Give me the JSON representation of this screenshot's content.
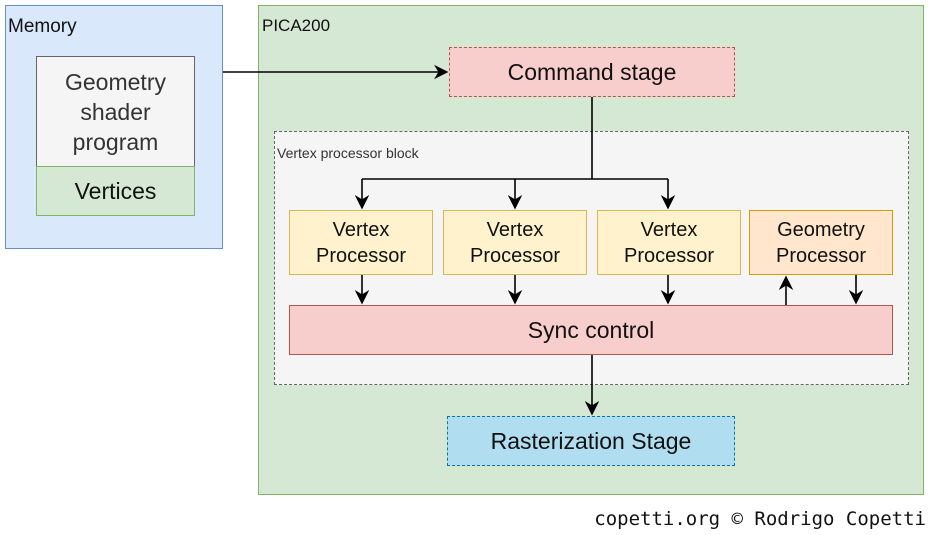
{
  "memory": {
    "label": "Memory",
    "geometry_shader_program": "Geometry shader program",
    "vertices": "Vertices"
  },
  "pica": {
    "label": "PICA200",
    "command_stage": "Command stage",
    "vertex_block": {
      "label": "Vertex processor block",
      "processors": [
        "Vertex Processor",
        "Vertex Processor",
        "Vertex Processor"
      ],
      "geometry_processor": "Geometry Processor",
      "sync_control": "Sync control"
    },
    "rasterization_stage": "Rasterization Stage"
  },
  "credit": "copetti.org © Rodrigo Copetti"
}
